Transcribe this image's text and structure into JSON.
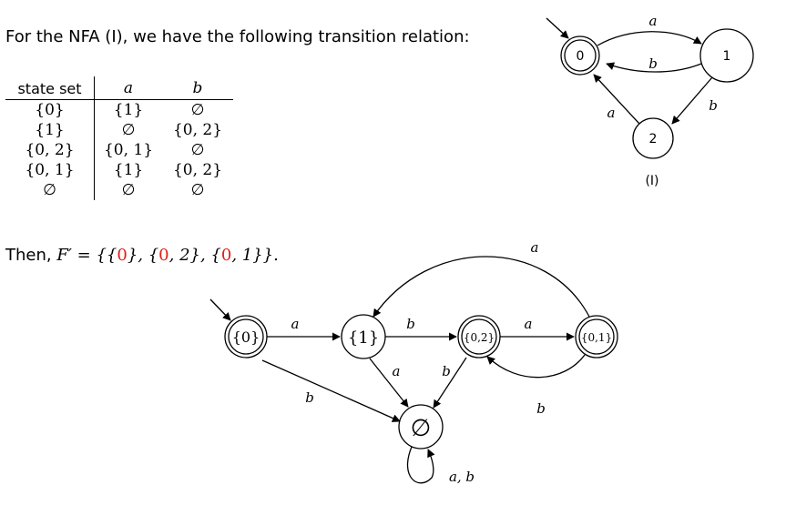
{
  "intro_text": "For the NFA (I), we have the following transition relation:",
  "table": {
    "headers": [
      "state set",
      "a",
      "b"
    ],
    "rows": [
      [
        "{0}",
        "{1}",
        "∅"
      ],
      [
        "{1}",
        "∅",
        "{0, 2}"
      ],
      [
        "{0, 2}",
        "{0, 1}",
        "∅"
      ],
      [
        "{0, 1}",
        "{1}",
        "{0, 2}"
      ],
      [
        "∅",
        "∅",
        "∅"
      ]
    ]
  },
  "then": {
    "prefix": "Then, ",
    "fprime": "F′ = {{",
    "s1_red": "0",
    "s1_rest": "}, {",
    "s2_red": "0",
    "s2_rest": ", 2}, {",
    "s3_red": "0",
    "s3_rest": ", 1}}."
  },
  "nfa": {
    "caption": "(I)",
    "states": [
      "0",
      "1",
      "2"
    ],
    "edge_labels": {
      "e01": "a",
      "e10": "b",
      "e12": "b",
      "e20": "a"
    }
  },
  "dfa": {
    "states": [
      "{0}",
      "{1}",
      "{0,2}",
      "{0,1}",
      "∅"
    ],
    "edge_labels": {
      "s0_s1": "a",
      "s1_s02": "b",
      "s02_s01": "a",
      "s01_s02": "b",
      "s01_s1": "a",
      "s0_empty": "b",
      "s1_empty": "a",
      "s02_empty": "b",
      "empty_loop": "a, b"
    }
  }
}
